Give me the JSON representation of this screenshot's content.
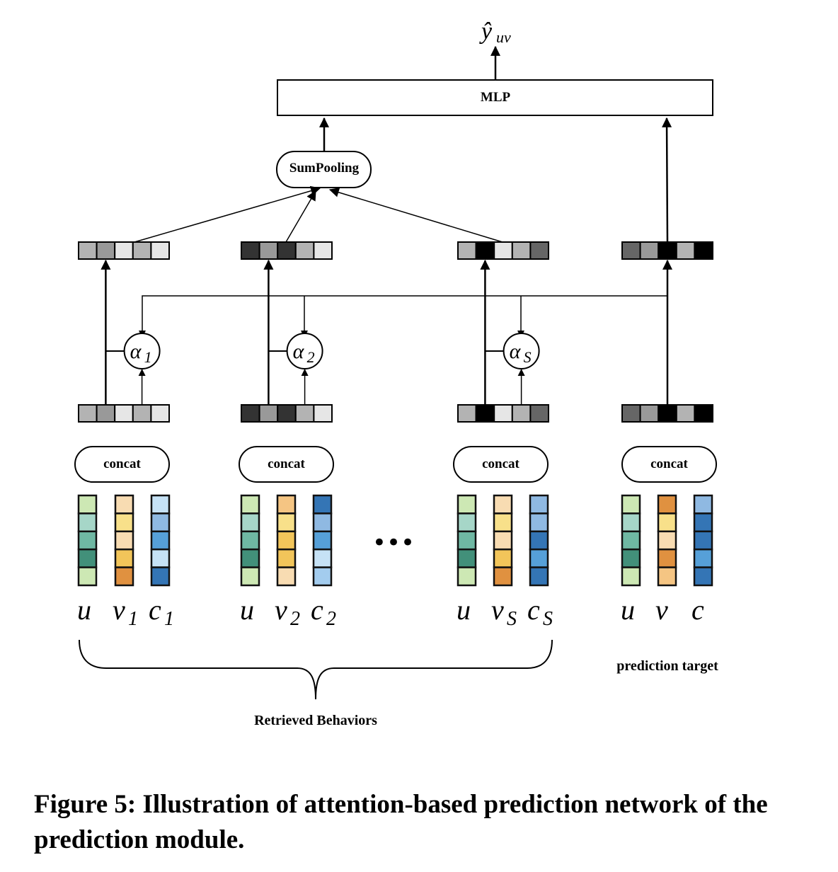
{
  "output_label": {
    "base": "ŷ",
    "sub": "uv"
  },
  "mlp_label": "MLP",
  "sumpooling_label": "SumPooling",
  "concat_label": "concat",
  "ellipsis": "•••",
  "groups": [
    {
      "id": "behavior-1",
      "alpha": {
        "base": "α",
        "sub": "1"
      },
      "weighted_cells": [
        "#b3b3b3",
        "#999999",
        "#e6e6e6",
        "#b3b3b3",
        "#e6e6e6"
      ],
      "concat_cells": [
        "#b3b3b3",
        "#999999",
        "#e6e6e6",
        "#b3b3b3",
        "#e6e6e6"
      ],
      "columns": [
        {
          "label": {
            "base": "u",
            "sub": ""
          },
          "cells": [
            "#cde8b4",
            "#a6d6c8",
            "#6fb8a3",
            "#42907a",
            "#cde8b4"
          ]
        },
        {
          "label": {
            "base": "v",
            "sub": "1"
          },
          "cells": [
            "#f8dcb2",
            "#f8e08a",
            "#f8dcb2",
            "#f2c55a",
            "#e09140"
          ]
        },
        {
          "label": {
            "base": "c",
            "sub": "1"
          },
          "cells": [
            "#c6e2f6",
            "#8fb9e2",
            "#56a0d8",
            "#c6e2f6",
            "#3475b5"
          ]
        }
      ]
    },
    {
      "id": "behavior-2",
      "alpha": {
        "base": "α",
        "sub": "2"
      },
      "weighted_cells": [
        "#333333",
        "#999999",
        "#333333",
        "#b3b3b3",
        "#e6e6e6"
      ],
      "concat_cells": [
        "#333333",
        "#999999",
        "#333333",
        "#b3b3b3",
        "#e6e6e6"
      ],
      "columns": [
        {
          "label": {
            "base": "u",
            "sub": ""
          },
          "cells": [
            "#cde8b4",
            "#a6d6c8",
            "#6fb8a3",
            "#42907a",
            "#cde8b4"
          ]
        },
        {
          "label": {
            "base": "v",
            "sub": "2"
          },
          "cells": [
            "#f5c583",
            "#f8e08a",
            "#f2c55a",
            "#f2c55a",
            "#f8dcb2"
          ]
        },
        {
          "label": {
            "base": "c",
            "sub": "2"
          },
          "cells": [
            "#3475b5",
            "#8fb9e2",
            "#56a0d8",
            "#c6e2f6",
            "#a3ccee"
          ]
        }
      ]
    },
    {
      "id": "behavior-s",
      "alpha": {
        "base": "α",
        "sub": "S"
      },
      "weighted_cells": [
        "#b3b3b3",
        "#000000",
        "#e6e6e6",
        "#b3b3b3",
        "#666666"
      ],
      "concat_cells": [
        "#b3b3b3",
        "#000000",
        "#e6e6e6",
        "#b3b3b3",
        "#666666"
      ],
      "columns": [
        {
          "label": {
            "base": "u",
            "sub": ""
          },
          "cells": [
            "#cde8b4",
            "#a6d6c8",
            "#6fb8a3",
            "#42907a",
            "#cde8b4"
          ]
        },
        {
          "label": {
            "base": "v",
            "sub": "S"
          },
          "cells": [
            "#f8dcb2",
            "#f8e08a",
            "#f8dcb2",
            "#f2c55a",
            "#e09140"
          ]
        },
        {
          "label": {
            "base": "c",
            "sub": "S"
          },
          "cells": [
            "#8fb9e2",
            "#8fb9e2",
            "#3475b5",
            "#56a0d8",
            "#3475b5"
          ]
        }
      ]
    },
    {
      "id": "target",
      "alpha": null,
      "weighted_cells": [
        "#666666",
        "#999999",
        "#000000",
        "#b3b3b3",
        "#000000"
      ],
      "concat_cells": [
        "#666666",
        "#999999",
        "#000000",
        "#b3b3b3",
        "#000000"
      ],
      "columns": [
        {
          "label": {
            "base": "u",
            "sub": ""
          },
          "cells": [
            "#cde8b4",
            "#a6d6c8",
            "#6fb8a3",
            "#42907a",
            "#cde8b4"
          ]
        },
        {
          "label": {
            "base": "v",
            "sub": ""
          },
          "cells": [
            "#e09140",
            "#f8e08a",
            "#f8dcb2",
            "#e09140",
            "#f5c583"
          ]
        },
        {
          "label": {
            "base": "c",
            "sub": ""
          },
          "cells": [
            "#8fb9e2",
            "#3475b5",
            "#3475b5",
            "#56a0d8",
            "#3475b5"
          ]
        }
      ]
    }
  ],
  "retrieved_label": "Retrieved Behaviors",
  "target_label": "prediction target",
  "caption": "Figure 5: Illustration of attention-based prediction network of the prediction module."
}
